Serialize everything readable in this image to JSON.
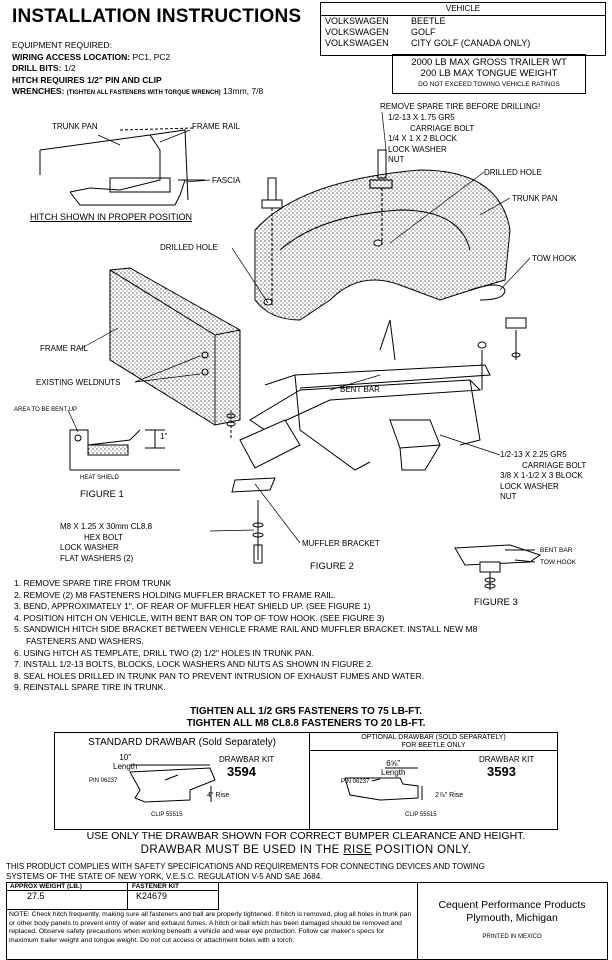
{
  "header": {
    "title": "INSTALLATION INSTRUCTIONS",
    "vehicle_heading": "VEHICLE",
    "vehicles": [
      {
        "make": "VOLKSWAGEN",
        "model": "BEETLE"
      },
      {
        "make": "VOLKSWAGEN",
        "model": "GOLF"
      },
      {
        "make": "VOLKSWAGEN",
        "model": "CITY GOLF (CANADA ONLY)"
      }
    ]
  },
  "equipment": {
    "heading": "EQUIPMENT REQUIRED:",
    "wiring_label": "WIRING ACCESS LOCATION:",
    "wiring_value": "PC1, PC2",
    "drill_label": "DRILL BITS:",
    "drill_value": "1/2",
    "hitch_label": "HITCH REQUIRES 1/2\" PIN AND CLIP",
    "wrench_label": "WRENCHES:",
    "wrench_note": "(TIGHTEN ALL FASTENERS WITH TORQUE WRENCH)",
    "wrench_value": "13mm, 7/8"
  },
  "ratings": {
    "line1": "2000 LB MAX GROSS TRAILER WT",
    "line2": "200 LB MAX TONGUE WEIGHT",
    "line3": "DO NOT EXCEED TOWING VEHICLE RATINGS"
  },
  "figure1": {
    "trunk_pan": "TRUNK PAN",
    "frame_rail": "FRAME RAIL",
    "fascia": "FASCIA",
    "caption_top": "HITCH SHOWN IN PROPER POSITION",
    "area": "AREA TO BE BENT UP",
    "heat_shield": "HEAT SHIELD",
    "dimension": "1\"",
    "caption": "FIGURE 1"
  },
  "figure2": {
    "remove_tire": "REMOVE SPARE TIRE BEFORE DRILLING!",
    "bolt1_lines": [
      "1/2-13 X 1.75 GR5",
      "CARRIAGE BOLT",
      "1/4 X 1 X 2 BLOCK",
      "LOCK WASHER",
      "NUT"
    ],
    "drilled_hole_right": "DRILLED HOLE",
    "trunk_pan": "TRUNK PAN",
    "drilled_hole_left": "DRILLED HOLE",
    "tow_hook": "TOW HOOK",
    "frame_rail": "FRAME RAIL",
    "existing_weldnuts": "EXISTING WELDNUTS",
    "bent_bar": "BENT BAR",
    "bolt2_lines": [
      "1/2-13 X 2.25 GR5",
      "CARRIAGE BOLT",
      "3/8 X 1-1/2 X 3 BLOCK",
      "LOCK WASHER",
      "NUT"
    ],
    "m8_lines": [
      "M8 X 1.25 X 30mm CL8.8",
      "HEX BOLT",
      "LOCK WASHER",
      "FLAT WASHERS (2)"
    ],
    "muffler_bracket": "MUFFLER BRACKET",
    "caption": "FIGURE 2"
  },
  "figure3": {
    "bent_bar": "BENT BAR",
    "tow_hook": "TOW HOOK",
    "caption": "FIGURE 3"
  },
  "steps": [
    "1. REMOVE SPARE TIRE FROM TRUNK",
    "2. REMOVE (2) M8 FASTENERS HOLDING MUFFLER BRACKET TO FRAME RAIL.",
    "3. BEND, APPROXIMATELY 1\", OF REAR OF MUFFLER HEAT SHIELD UP. (SEE FIGURE 1)",
    "4. POSITION HITCH ON VEHICLE, WITH BENT BAR ON TOP OF TOW HOOK. (SEE FIGURE 3)",
    "5. SANDWICH HITCH SIDE BRACKET BETWEEN VEHICLE FRAME RAIL AND MUFFLER BRACKET. INSTALL NEW M8",
    "    FASTENERS AND WASHERS.",
    "6. USING HITCH AS TEMPLATE, DRILL TWO (2) 1/2\" HOLES IN TRUNK PAN.",
    "7. INSTALL 1/2-13 BOLTS, BLOCKS, LOCK WASHERS AND NUTS AS SHOWN IN FIGURE 2.",
    "8. SEAL HOLES DRILLED IN TRUNK PAN TO PREVENT INTRUSION OF EXHAUST FUMES AND WATER.",
    "9. REINSTALL SPARE TIRE IN TRUNK."
  ],
  "torque": {
    "line1": "TIGHTEN ALL 1/2 GR5 FASTENERS TO 75 LB-FT.",
    "line2": "TIGHTEN ALL M8 CL8.8 FASTENERS TO 20 LB-FT."
  },
  "drawbar": {
    "standard_title": "STANDARD DRAWBAR (Sold Separately)",
    "std_length": "10\"",
    "std_length_label": "Length",
    "std_kit_label": "DRAWBAR KIT",
    "std_kit_number": "3594",
    "std_pin": "PIN 06237",
    "std_rise": "4\" Rise",
    "std_clip": "CLIP 55515",
    "optional_title": "OPTIONAL DRAWBAR (SOLD SEPARATELY)",
    "optional_subtitle": "FOR BEETLE ONLY",
    "opt_length": "6⅝\"",
    "opt_length_label": "Length",
    "opt_kit_label": "DRAWBAR KIT",
    "opt_kit_number": "3593",
    "opt_pin": "PIN 06237",
    "opt_rise": "2⅞\" Rise",
    "opt_clip": "CLIP 55515"
  },
  "use_only": {
    "line1": "USE ONLY THE DRAWBAR SHOWN FOR CORRECT BUMPER CLEARANCE AND HEIGHT.",
    "line2_pre": "DRAWBAR MUST BE USED IN THE ",
    "line2_rise": "RISE",
    "line2_post": " POSITION ONLY."
  },
  "compliance": {
    "line1": "THIS PRODUCT COMPLIES WITH SAFETY SPECIFICATIONS AND REQUIREMENTS FOR CONNECTING DEVICES AND TOWING",
    "line2": "SYSTEMS OF THE STATE OF NEW YORK, V.E.S.C. REGULATION V-5 AND SAE J684."
  },
  "footer": {
    "weight_label": "APPROX WEIGHT (LB.)",
    "weight_value": "27.5",
    "kit_label": "FASTENER KIT",
    "kit_value": "K24679",
    "note": "NOTE: Check hitch frequently, making sure all fasteners and ball are properly tightened. If hitch is removed, plug all holes in trunk pan or other body panels to prevent entry of water and exhaust fumes. A hitch or ball which has been damaged should be removed and replaced. Observe safety precautions when working beneath a vehicle and wear eye protection. Follow car maker's specs for maximum trailer weight and tongue weight. Do not cut access or attachment holes with a torch.",
    "company": "Cequent Performance Products",
    "city": "Plymouth, Michigan",
    "printed": "PRINTED IN MEXICO"
  }
}
